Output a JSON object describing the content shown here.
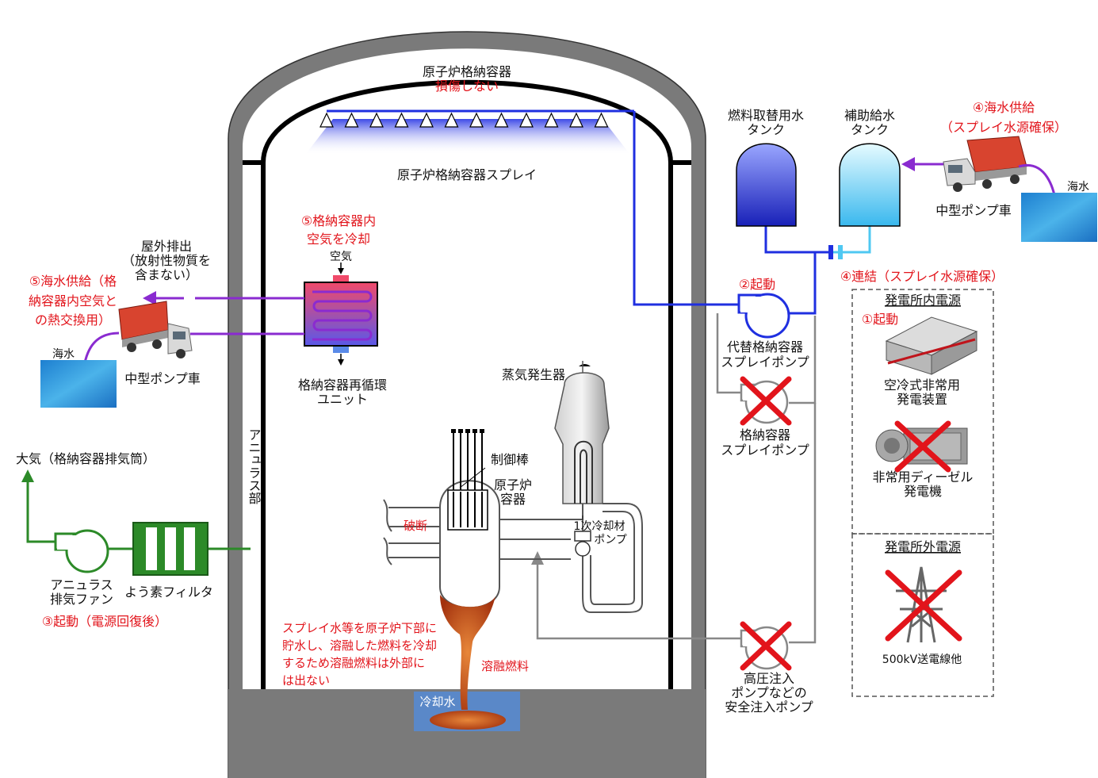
{
  "containment": {
    "title": "原子炉格納容器",
    "status": "損傷しない",
    "spray_label": "原子炉格納容器スプレイ",
    "annulus_label": "アニュラス部"
  },
  "tanks": {
    "fuel_water_tank": [
      "燃料取替用水",
      "タンク"
    ],
    "aux_feed_tank": [
      "補助給水",
      "タンク"
    ]
  },
  "sea_supply_spray": {
    "title": "④海水供給",
    "subtitle": "（スプレイ水源確保）",
    "truck_label": "中型ポンプ車",
    "seawater_label": "海水"
  },
  "connect_label": "④連結（スプレイ水源確保）",
  "spray_pumps": {
    "alt_start_label": "②起動",
    "alt_pump_label": [
      "代替格納容器",
      "スプレイポンプ"
    ],
    "cv_pump_label": [
      "格納容器",
      "スプレイポンプ"
    ]
  },
  "recirc_unit": {
    "title": [
      "⑤格納容器内",
      "空気を冷却"
    ],
    "air_label": "空気",
    "unit_label": [
      "格納容器再循環",
      "ユニット"
    ]
  },
  "outdoor_exhaust": [
    "屋外排出",
    "（放射性物質を",
    "含まない）"
  ],
  "sea_supply_hx": {
    "title": [
      "⑤海水供給（格",
      "納容器内空気と",
      "の熱交換用）"
    ],
    "seawater_label": "海水",
    "truck_label": "中型ポンプ車"
  },
  "atmosphere_label": "大気（格納容器排気筒）",
  "annulus_exhaust": {
    "fan_label": [
      "アニュラス",
      "排気ファン"
    ],
    "filter_label": "よう素フィルタ",
    "restart_label": "③起動（電源回復後）"
  },
  "reactor": {
    "sg_label": "蒸気発生器",
    "control_rod_label": "制御棒",
    "vessel_label": [
      "原子炉",
      "容器"
    ],
    "rcp_label": [
      "1次冷却材",
      "ポンプ"
    ],
    "break_label": "破断",
    "melt_label": "溶融燃料",
    "cooling_water_label": "冷却水",
    "note": [
      "スプレイ水等を原子炉下部に",
      "貯水し、溶融した燃料を冷却",
      "するため溶融燃料は外部に",
      "は出ない"
    ]
  },
  "safety_injection": {
    "label": [
      "高圧注入",
      "ポンプなどの",
      "安全注入ポンプ"
    ]
  },
  "onsite_power": {
    "title": "発電所内電源",
    "start_label": "①起動",
    "aircooled_label": [
      "空冷式非常用",
      "発電装置"
    ],
    "diesel_label": [
      "非常用ディーゼル",
      "発電機"
    ]
  },
  "offsite_power": {
    "title": "発電所外電源",
    "line_label": "500kV送電線他"
  },
  "colors": {
    "spray_blue": "#1f2fe0",
    "aux_cyan": "#4fc8f2",
    "purple": "#8a2bd0",
    "green": "#2c8a28",
    "red_text": "#e2141b",
    "gray_pipe": "#888888",
    "wall_gray": "#7a7a7a"
  }
}
